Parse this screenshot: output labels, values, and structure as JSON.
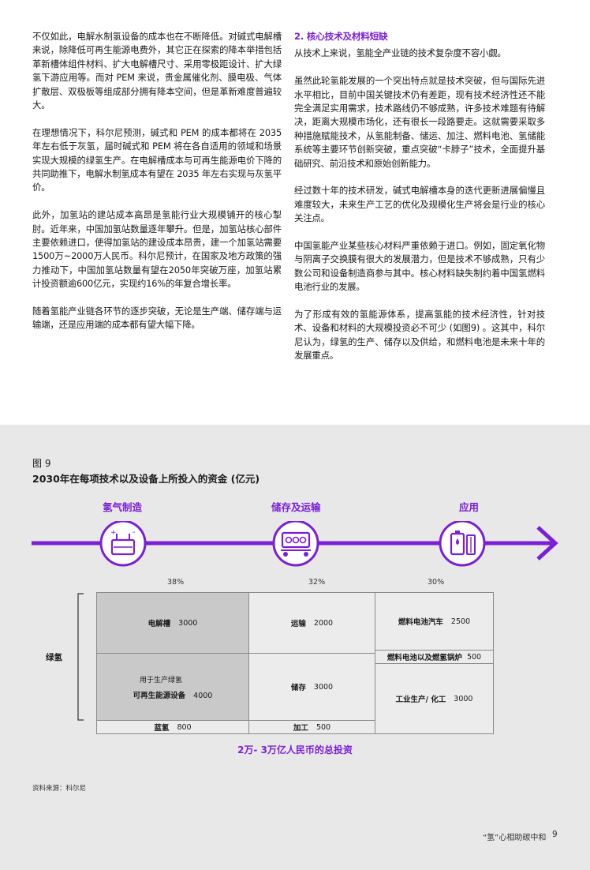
{
  "left_column": {
    "paragraphs": [
      "不仅如此，电解水制氢设备的成本也在不断降低。对碱式电解槽来说，除降低可再生能源电费外，其它正在探索的降本举措包括革新槽体组件材料、扩大电解槽尺寸、采用零极距设计、扩大绿氢下游应用等。而对 PEM 来说，贵金属催化剂、膜电极、气体扩散层、双极板等组成部分拥有降本空间，但是革新难度普遍较大。",
      "在理想情况下，科尔尼预测，碱式和 PEM 的成本都将在 2035 年左右低于灰氢，届时碱式和 PEM 将在各自适用的领域和场景实现大规模的绿氢生产。在电解槽成本与可再生能源电价下降的共同助推下，电解水制氢成本有望在 2035 年左右实现与灰氢平价。",
      "此外，加氢站的建站成本高昂是氢能行业大规模铺开的核心掣肘。近年来，中国加氢站数量逐年攀升。但是，加氢站核心部件主要依赖进口，使得加氢站的建设成本昂贵，建一个加氢站需要1500万~2000万人民币。科尔尼预计，在国家及地方政策的强力推动下，中国加氢站数量有望在2050年突破万座，加氢站累计投资额逾600亿元，实现约16%的年复合增长率。",
      "随着氢能产业链各环节的逐步突破，无论是生产端、储存端与运输端，还是应用端的成本都有望大幅下降。"
    ]
  },
  "right_column": {
    "heading": "2. 核心技术及材料短缺",
    "paragraphs": [
      "从技术上来说，氢能全产业链的技术复杂度不容小觑。",
      "虽然此轮氢能发展的一个突出特点就是技术突破，但与国际先进水平相比，目前中国关键技术仍有差距，现有技术经济性还不能完全满足实用需求，技术路线仍不够成熟，许多技术难题有待解决，距离大规模市场化，还有很长一段路要走。这就需要采取多种措施赋能技术，从氢能制备、储运、加注、燃料电池、氢储能系统等主要环节创新突破，重点突破“卡脖子”技术，全面提升基础研究、前沿技术和原始创新能力。",
      "经过数十年的技术研发，碱式电解槽本身的迭代更新进展偏慢且难度较大，未来生产工艺的优化及规模化生产将会是行业的核心关注点。",
      "中国氢能产业某些核心材料严重依赖于进口。例如，固定氧化物与阴离子交换膜有很大的发展潜力，但是技术不够成熟，只有少数公司和设备制造商参与其中。核心材料缺失制约着中国氢燃料电池行业的发展。",
      "为了形成有效的氢能源体系，提高氢能的技术经济性，针对技术、设备和材料的大规模投资必不可少 (如图9) 。这其中，科尔尼认为，绿氢的生产、储存以及供给，和燃料电池是未来十年的发展重点。"
    ]
  },
  "figure": {
    "label": "图 9",
    "title": "2030年在每项技术以及设备上所投入的资金 (亿元)",
    "stages": [
      {
        "label": "氢气制造",
        "icon": "electrolyzer-icon",
        "share": "38%"
      },
      {
        "label": "储存及运输",
        "icon": "hydrogen-truck-icon",
        "share": "32%"
      },
      {
        "label": "应用",
        "icon": "fuel-cell-icon",
        "share": "30%"
      }
    ],
    "green_hydrogen_label": "绿氢",
    "cells": {
      "electrolyzer": {
        "name": "电解槽",
        "value": "3000"
      },
      "renewable_prefix": "用于生产绿氢",
      "renewable": {
        "name": "可再生能源设备",
        "value": "4000"
      },
      "blue_h2": {
        "name": "蓝氢",
        "value": "800"
      },
      "transport": {
        "name": "运输",
        "value": "2000"
      },
      "storage": {
        "name": "储存",
        "value": "3000"
      },
      "processing": {
        "name": "加工",
        "value": "500"
      },
      "fcev": {
        "name": "燃料电池汽车",
        "value": "2500"
      },
      "fc_boiler": {
        "name": "燃料电池以及燃氢锅炉",
        "value": "500"
      },
      "industry": {
        "name": "工业生产/ 化工",
        "value": "3000"
      }
    },
    "total_label": "2万- 3万亿人民币的总投资",
    "source": "资料来源：科尔尼"
  },
  "chart_data": {
    "type": "table",
    "title": "2030年在每项技术以及设备上所投入的资金 (亿元)",
    "categories": [
      "氢气制造",
      "储存及运输",
      "应用"
    ],
    "shares": [
      "38%",
      "32%",
      "30%"
    ],
    "series": [
      {
        "name": "氢气制造",
        "items": [
          [
            "电解槽",
            3000
          ],
          [
            "可再生能源设备",
            4000
          ],
          [
            "蓝氢",
            800
          ]
        ]
      },
      {
        "name": "储存及运输",
        "items": [
          [
            "运输",
            2000
          ],
          [
            "储存",
            3000
          ],
          [
            "加工",
            500
          ]
        ]
      },
      {
        "name": "应用",
        "items": [
          [
            "燃料电池汽车",
            2500
          ],
          [
            "燃料电池以及燃氢锅炉",
            500
          ],
          [
            "工业生产/ 化工",
            3000
          ]
        ]
      }
    ]
  },
  "footer": {
    "title": "“氢”心相助碳中和",
    "page": "9"
  },
  "colors": {
    "accent": "#7b1fd6",
    "panel_bg": "#e8e8e8",
    "cell_gray": "#c9c9c9",
    "cell_light": "#ececec"
  }
}
